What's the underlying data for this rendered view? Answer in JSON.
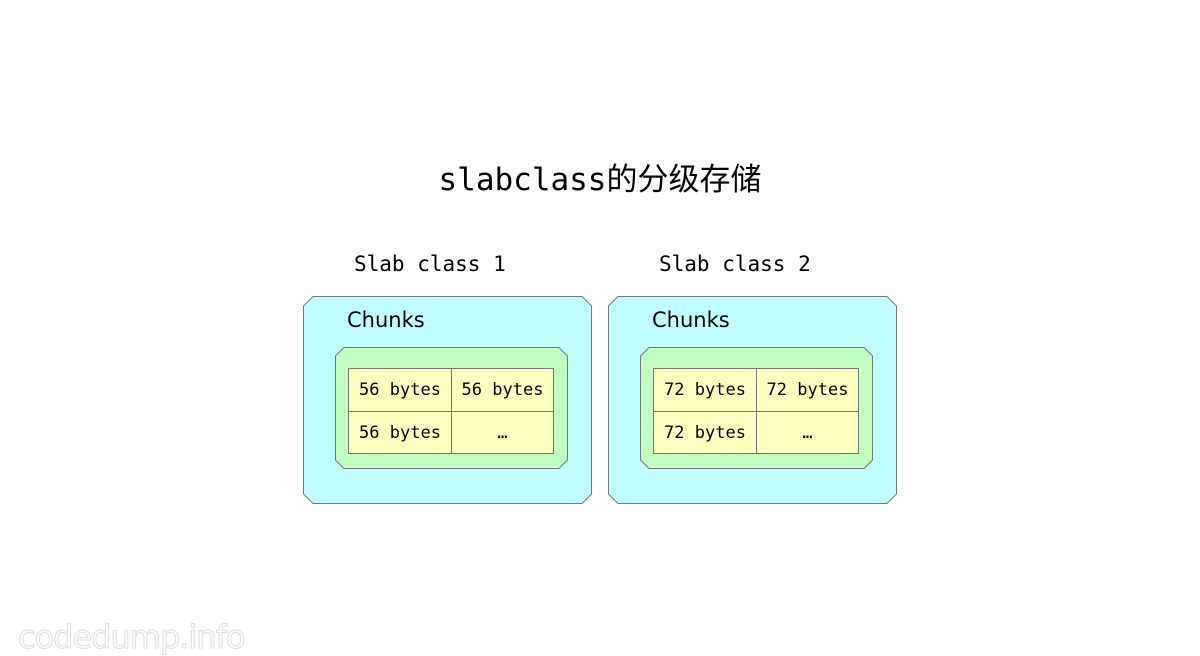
{
  "title": "slabclass的分级存储",
  "classes": [
    {
      "label": "Slab class 1",
      "chunks_label": "Chunks",
      "cells": [
        "56 bytes",
        "56 bytes",
        "56 bytes",
        "…"
      ]
    },
    {
      "label": "Slab class 2",
      "chunks_label": "Chunks",
      "cells": [
        "72 bytes",
        "72 bytes",
        "72 bytes",
        "…"
      ]
    }
  ],
  "colors": {
    "outer": "#c0ffff",
    "inner": "#c0ffc0",
    "cell": "#ffffc0",
    "border": "#777777"
  },
  "watermark": "codedump.info"
}
